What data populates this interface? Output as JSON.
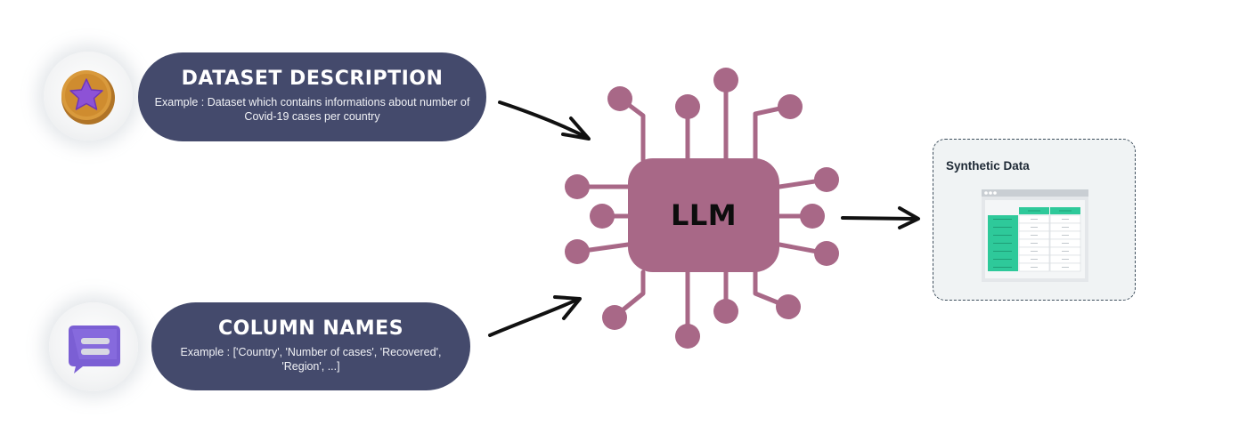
{
  "inputs": {
    "dataset": {
      "title": "DATASET DESCRIPTION",
      "example": "Example : Dataset which contains informations about number of Covid-19 cases per country",
      "icon": "star-badge-icon",
      "pill_color": "#444a6c"
    },
    "columns": {
      "title": "COLUMN NAMES",
      "example": "Example : ['Country', 'Number of cases', 'Recovered', 'Region', ...]",
      "icon": "chat-bubble-icon",
      "pill_color": "#444a6c"
    }
  },
  "model": {
    "label": "LLM",
    "chip_color": "#a86887"
  },
  "output": {
    "title": "Synthetic Data",
    "accent_color": "#2ec99a"
  }
}
